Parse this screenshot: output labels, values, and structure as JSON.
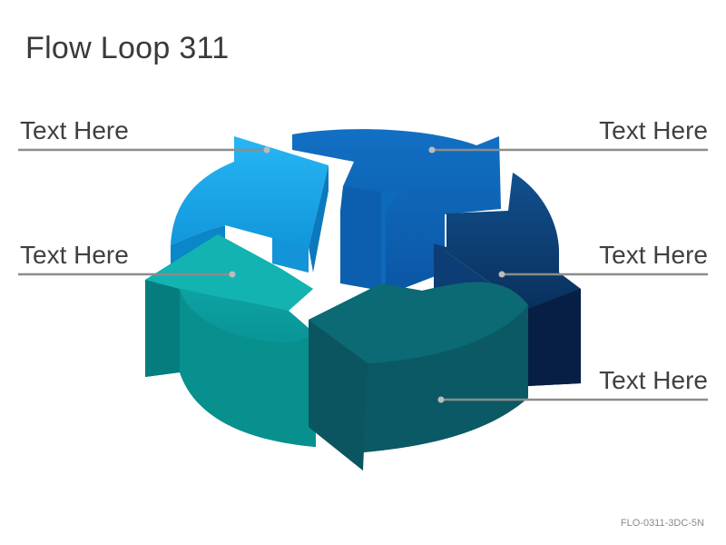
{
  "title": "Flow Loop 311",
  "labels": {
    "top_left": "Text Here",
    "mid_left": "Text Here",
    "top_right": "Text Here",
    "mid_right": "Text Here",
    "bottom_right": "Text Here"
  },
  "code": "FLO-0311-3DC-5N",
  "colors": {
    "segment_light_blue": "#12a6ea",
    "segment_blue": "#0a63b8",
    "segment_navy": "#0b3f7a",
    "segment_teal": "#0aa1a5",
    "segment_dark_teal": "#0b5b66",
    "leader_line": "#8c8c8c"
  }
}
